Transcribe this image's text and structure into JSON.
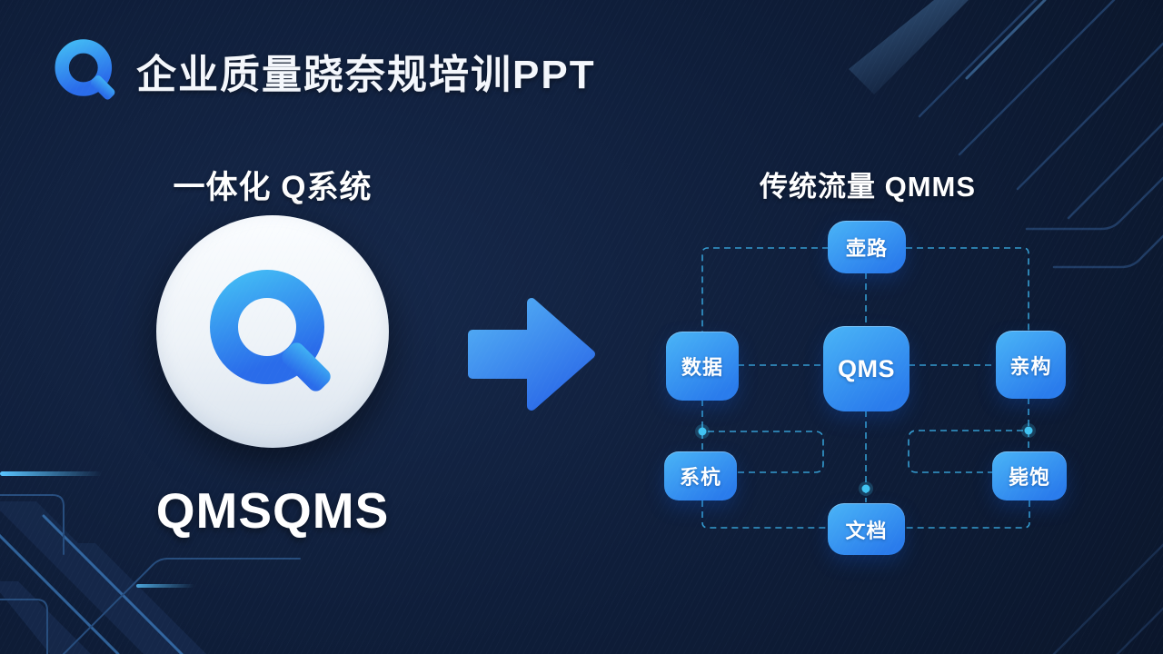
{
  "header": {
    "title": "企业质量跷奈规培训PPT"
  },
  "left_panel": {
    "heading": "一体化 Q系统",
    "brand": "QMSQMS"
  },
  "right_panel": {
    "heading": "传统流量 QMMS"
  },
  "diagram": {
    "center_label": "QMS",
    "nodes": {
      "top": "壶路",
      "left": "数据",
      "right": "亲构",
      "bottom_left": "系杭",
      "bottom_right": "毙饱",
      "bottom": "文档"
    }
  },
  "colors": {
    "background": "#0f1e3a",
    "node_gradient_top": "#4ab5f7",
    "node_gradient_bottom": "#2a7cec",
    "connector_dash": "#37a2d8",
    "connector_dot": "#41c4f2",
    "q_logo_top": "#41b6f4",
    "q_logo_bottom": "#2a6cea",
    "circle_fill": "#f2f6fb",
    "text_primary": "#ffffff"
  }
}
